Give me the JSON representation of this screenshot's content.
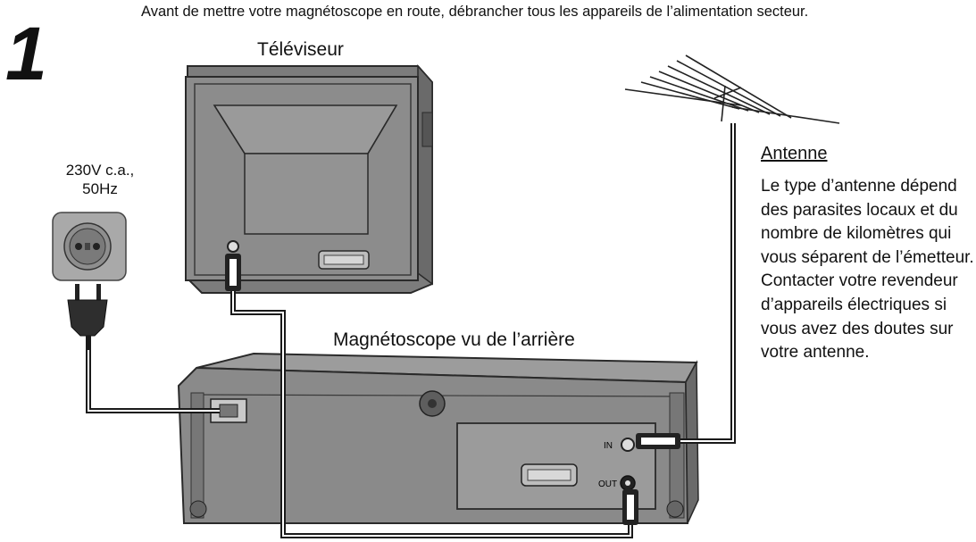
{
  "step_number": "1",
  "intro_text": "Avant de mettre votre magnétoscope en route, débrancher tous les appareils de l’alimentation secteur.",
  "tv_label": "Téléviseur",
  "vcr_label": "Magnétoscope vu de l’arrière",
  "power_label_line1": "230V c.a.,",
  "power_label_line2": "50Hz",
  "antenna": {
    "title": "Antenne",
    "description": "Le type d’antenne dépend des parasites locaux et du nombre de kilomètres qui vous séparent de l’émetteur. Contacter votre revendeur d’appareils électriques si vous avez des doutes sur votre antenne."
  },
  "vcr_ports": {
    "in_label": "IN",
    "out_label": "OUT"
  },
  "colors": {
    "device_body": "#8a8a8a",
    "device_dark": "#6e6e6e",
    "device_light": "#b8b8b8",
    "cable": "#1a1a1a"
  }
}
